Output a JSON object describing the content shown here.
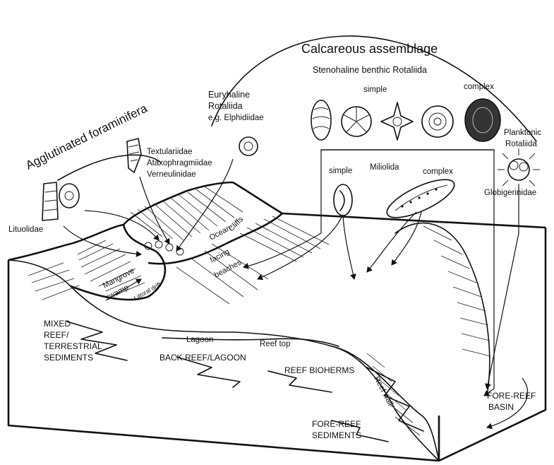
{
  "labels": {
    "calcareous": "Calcareous assemblage",
    "stenohaline": "Stenohaline benthic Rotaliida",
    "simple_top": "simple",
    "complex_top": "complex",
    "euryhaline_1": "Euryhaline",
    "euryhaline_2": "Rotaliida",
    "euryhaline_3": "e.g. Elphidiidae",
    "agglutinated": "Agglutinated foraminifera",
    "textulariidae": "Textulariidae",
    "ataxophragmiidae": "Ataxophragmiidae",
    "verneulinidae": "Verneulinidae",
    "lituolidae": "Lituolidae",
    "simple_mid": "simple",
    "miliolida": "Miliolida",
    "complex_mid": "complex",
    "planktonic_1": "Planktonic",
    "planktonic_2": "Rotaliida",
    "globigerinidae": "Globigerinidae",
    "cliffs": "Cliffs",
    "ocean_1": "Ocean-",
    "ocean_2": "facing",
    "ocean_3": "beaches",
    "mangrove_1": "Mangrove",
    "mangrove_2": "swamp",
    "littoral": "Littoral drift",
    "mixed_1": "MIXED",
    "mixed_2": "REEF/",
    "mixed_3": "TERRESTRIAL",
    "mixed_4": "SEDIMENTS",
    "lagoon": "Lagoon",
    "reef_top": "Reef top",
    "back_reef": "BACK REEF/LAGOON",
    "bioherms": "REEF BIOHERMS",
    "reef_wall": "Reef wall",
    "fore_basin_1": "FORE-REEF",
    "fore_basin_2": "BASIN",
    "fore_sed_1": "FORE-REEF",
    "fore_sed_2": "SEDIMENTS"
  }
}
